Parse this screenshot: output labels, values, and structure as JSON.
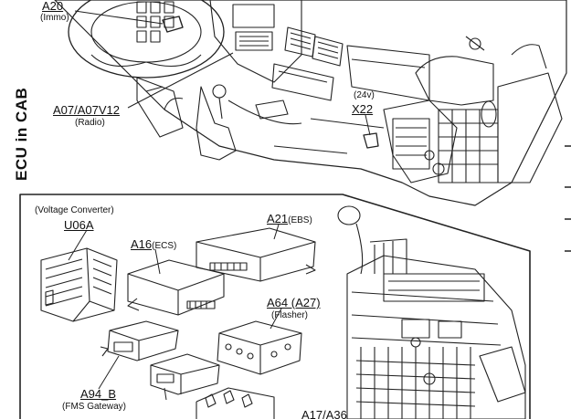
{
  "section_title": "ECU in CAB",
  "labels": {
    "a20": {
      "code": "A20",
      "desc": "(Immo)"
    },
    "a07": {
      "code": "A07/A07V12",
      "desc": "(Radio)"
    },
    "x22": {
      "code": "X22",
      "desc": "(24v)"
    },
    "u06a": {
      "code": "U06A",
      "desc": "(Voltage Converter)"
    },
    "a16": {
      "code": "A16",
      "desc": "(ECS)"
    },
    "a21": {
      "code": "A21",
      "desc": "(EBS)"
    },
    "a64": {
      "code": "A64 (A27)",
      "desc": "(Flasher)"
    },
    "a94": {
      "code": "A94_B",
      "desc": "(FMS Gateway)"
    },
    "a17": {
      "code": "A17/A36",
      "desc": ""
    }
  }
}
